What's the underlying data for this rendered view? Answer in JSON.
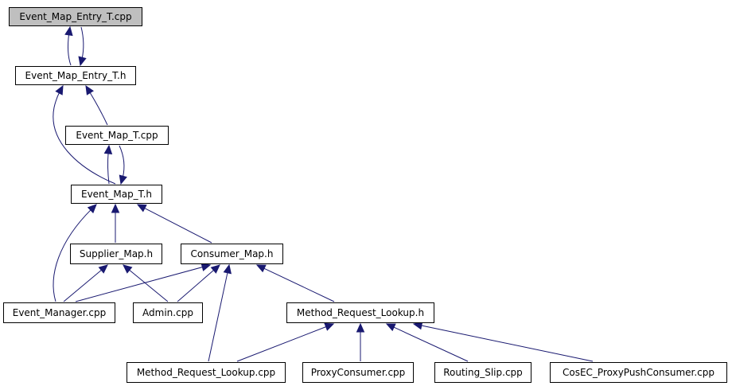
{
  "graph": {
    "nodes": {
      "event_map_entry_t_cpp": {
        "label": "Event_Map_Entry_T.cpp",
        "current": true
      },
      "event_map_entry_t_h": {
        "label": "Event_Map_Entry_T.h"
      },
      "event_map_t_cpp": {
        "label": "Event_Map_T.cpp"
      },
      "event_map_t_h": {
        "label": "Event_Map_T.h"
      },
      "supplier_map_h": {
        "label": "Supplier_Map.h"
      },
      "consumer_map_h": {
        "label": "Consumer_Map.h"
      },
      "event_manager_cpp": {
        "label": "Event_Manager.cpp"
      },
      "admin_cpp": {
        "label": "Admin.cpp"
      },
      "method_request_lookup_h": {
        "label": "Method_Request_Lookup.h"
      },
      "method_request_lookup_cpp": {
        "label": "Method_Request_Lookup.cpp"
      },
      "proxyconsumer_cpp": {
        "label": "ProxyConsumer.cpp"
      },
      "routing_slip_cpp": {
        "label": "Routing_Slip.cpp"
      },
      "cosec_proxypushconsumer_cpp": {
        "label": "CosEC_ProxyPushConsumer.cpp"
      }
    },
    "edges": [
      {
        "from": "event_map_entry_t_h",
        "to": "event_map_entry_t_cpp"
      },
      {
        "from": "event_map_entry_t_cpp",
        "to": "event_map_entry_t_h"
      },
      {
        "from": "event_map_t_h",
        "to": "event_map_entry_t_h"
      },
      {
        "from": "event_map_t_cpp",
        "to": "event_map_entry_t_h"
      },
      {
        "from": "event_map_t_h",
        "to": "event_map_t_cpp"
      },
      {
        "from": "event_map_t_cpp",
        "to": "event_map_t_h"
      },
      {
        "from": "supplier_map_h",
        "to": "event_map_t_h"
      },
      {
        "from": "consumer_map_h",
        "to": "event_map_t_h"
      },
      {
        "from": "event_manager_cpp",
        "to": "event_map_t_h"
      },
      {
        "from": "event_manager_cpp",
        "to": "supplier_map_h"
      },
      {
        "from": "admin_cpp",
        "to": "supplier_map_h"
      },
      {
        "from": "event_manager_cpp",
        "to": "consumer_map_h"
      },
      {
        "from": "admin_cpp",
        "to": "consumer_map_h"
      },
      {
        "from": "method_request_lookup_h",
        "to": "consumer_map_h"
      },
      {
        "from": "method_request_lookup_cpp",
        "to": "consumer_map_h"
      },
      {
        "from": "method_request_lookup_cpp",
        "to": "method_request_lookup_h"
      },
      {
        "from": "proxyconsumer_cpp",
        "to": "method_request_lookup_h"
      },
      {
        "from": "routing_slip_cpp",
        "to": "method_request_lookup_h"
      },
      {
        "from": "cosec_proxypushconsumer_cpp",
        "to": "method_request_lookup_h"
      }
    ]
  }
}
